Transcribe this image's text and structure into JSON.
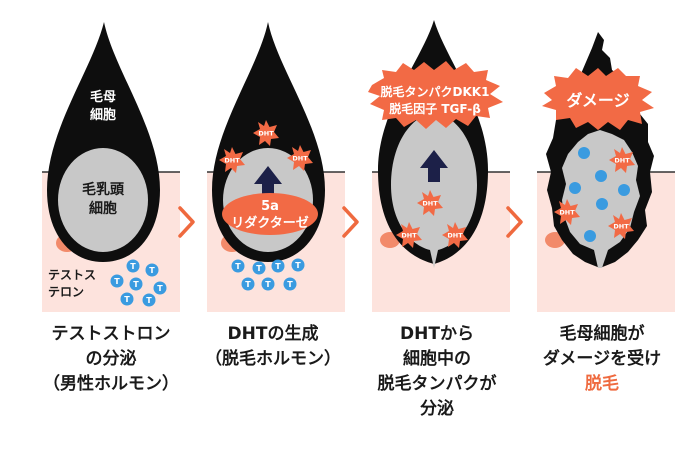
{
  "colors": {
    "skin": "#fde3dd",
    "hair": "#0e0e0e",
    "papilla": "#c8c8c8",
    "accent": "#ef6a3f",
    "dht_fill": "#f26a45",
    "testosterone_dot": "#3a9be0",
    "arrow": "#1c2048",
    "text": "#1a1a1a"
  },
  "panel1": {
    "hair_matrix_label": [
      "毛母",
      "細胞"
    ],
    "papilla_label": [
      "毛乳頭",
      "細胞"
    ],
    "testosterone_label": [
      "テストス",
      "テロン"
    ],
    "dot_glyph": "T",
    "caption": [
      "テストストロン",
      "の分泌",
      "（男性ホルモン）"
    ]
  },
  "panel2": {
    "dht_glyph": "DHT",
    "enzyme_label": [
      "5a",
      "リダクターゼ"
    ],
    "dot_glyph": "T",
    "caption": [
      "DHTの生成",
      "（脱毛ホルモン）"
    ]
  },
  "panel3": {
    "dht_glyph": "DHT",
    "burst_label": [
      "脱毛タンパクDKK1",
      "脱毛因子 TGF-β"
    ],
    "caption": [
      "DHTから",
      "細胞中の",
      "脱毛タンパクが",
      "分泌"
    ]
  },
  "panel4": {
    "dht_glyph": "DHT",
    "burst_label": "ダメージ",
    "caption": [
      "毛母細胞が",
      "ダメージを受け"
    ],
    "caption_highlight": "脱毛"
  },
  "separator_glyph": "›"
}
